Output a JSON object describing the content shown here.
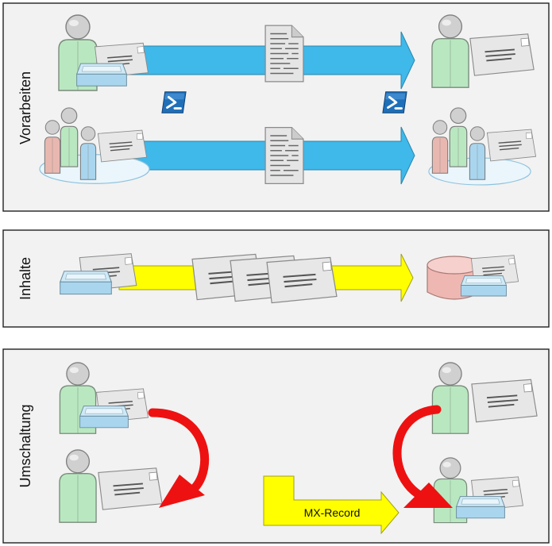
{
  "panels": [
    {
      "label": "Vorarbeiten"
    },
    {
      "label": "Inhalte"
    },
    {
      "label": "Umschaltung"
    }
  ],
  "mx_record_label": "MX-Record",
  "colors": {
    "panel_bg": "#f2f2f2",
    "panel_border": "#222222",
    "blue_arrow": "#3fb8ea",
    "yellow_arrow": "#ffff00",
    "red_arrow": "#ee1111",
    "person_green": "#b9e8c0",
    "person_pink": "#e8b8b0",
    "person_blue": "#a9d6ee",
    "head_grey": "#cfcfcf",
    "envelope": "#e6e6e6",
    "tray_blue": "#b6def1",
    "db_pink": "#efb7b2",
    "powershell_blue": "#1f6fb8"
  }
}
